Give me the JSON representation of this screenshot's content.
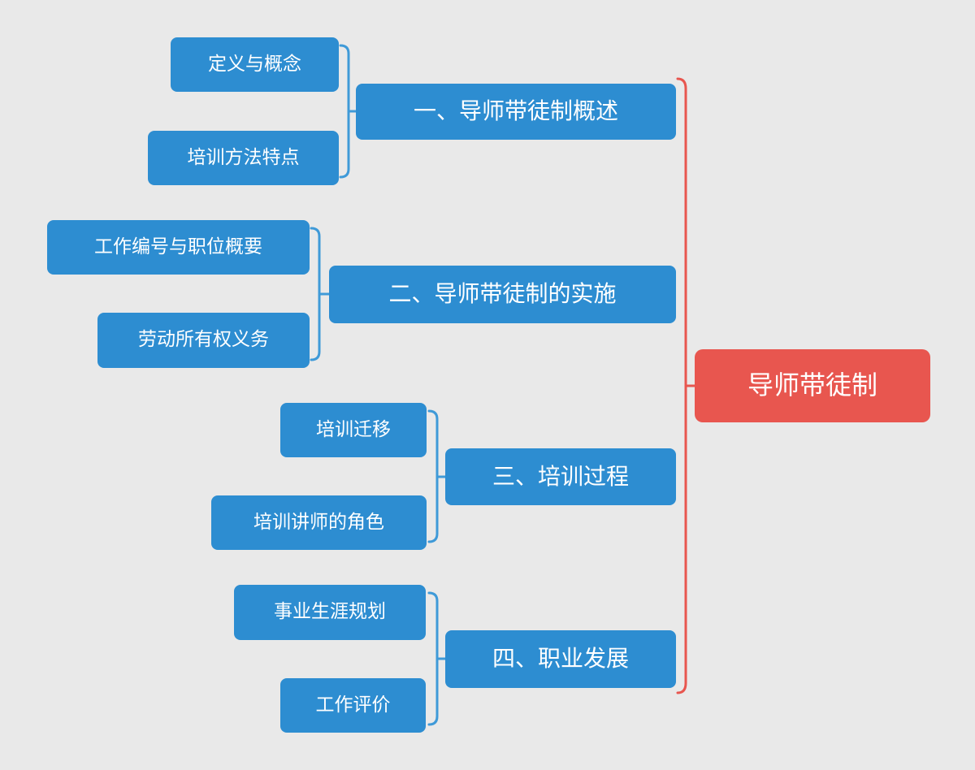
{
  "diagram_type": "mindmap",
  "colors": {
    "background": "#e9e9e9",
    "node_blue": "#2d8dd1",
    "node_red": "#e8564f",
    "connector_blue": "#3f9ad8",
    "connector_red": "#e8564f",
    "text": "#ffffff"
  },
  "root": {
    "label": "导师带徒制"
  },
  "branches": [
    {
      "label": "一、导师带徒制概述",
      "children": [
        {
          "label": "定义与概念"
        },
        {
          "label": "培训方法特点"
        }
      ]
    },
    {
      "label": "二、导师带徒制的实施",
      "children": [
        {
          "label": "工作编号与职位概要"
        },
        {
          "label": "劳动所有权义务"
        }
      ]
    },
    {
      "label": "三、培训过程",
      "children": [
        {
          "label": "培训迁移"
        },
        {
          "label": "培训讲师的角色"
        }
      ]
    },
    {
      "label": "四、职业发展",
      "children": [
        {
          "label": "事业生涯规划"
        },
        {
          "label": "工作评价"
        }
      ]
    }
  ]
}
